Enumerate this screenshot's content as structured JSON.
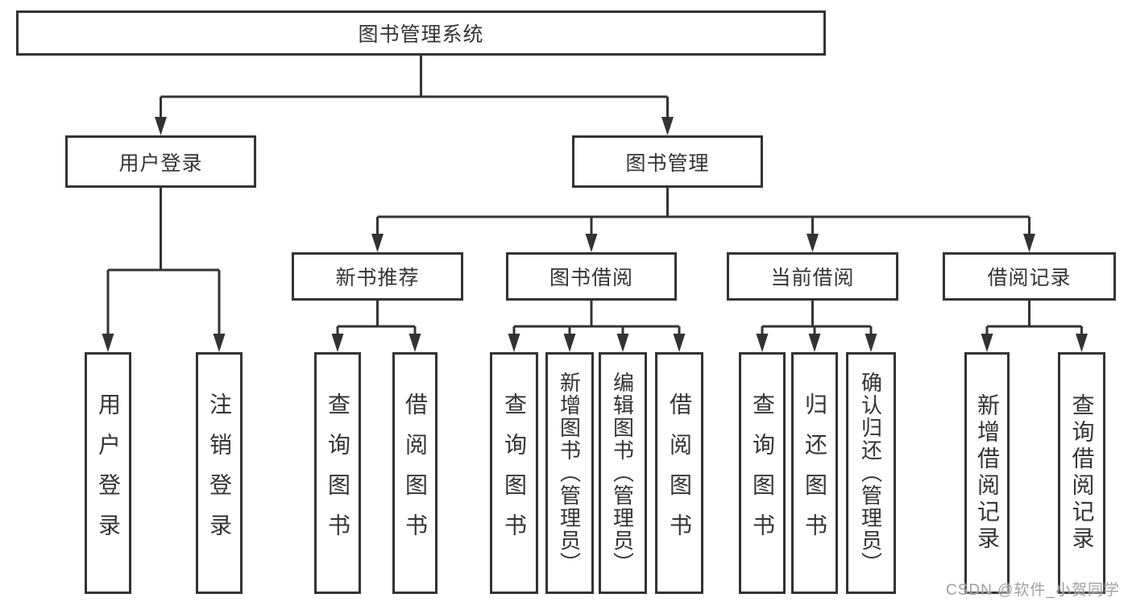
{
  "diagram": {
    "tree": {
      "root": {
        "label": "图书管理系统"
      },
      "branches": [
        {
          "label": "用户登录",
          "children": [
            {
              "label": "用户登录"
            },
            {
              "label": "注销登录"
            }
          ]
        },
        {
          "label": "图书管理",
          "children": [
            {
              "label": "新书推荐",
              "children": [
                {
                  "label": "查询图书"
                },
                {
                  "label": "借阅图书"
                }
              ]
            },
            {
              "label": "图书借阅",
              "children": [
                {
                  "label": "查询图书"
                },
                {
                  "label": "新增图书（管理员）"
                },
                {
                  "label": "编辑图书（管理员）"
                },
                {
                  "label": "借阅图书"
                }
              ]
            },
            {
              "label": "当前借阅",
              "children": [
                {
                  "label": "查询图书"
                },
                {
                  "label": "归还图书"
                },
                {
                  "label": "确认归还（管理员）"
                }
              ]
            },
            {
              "label": "借阅记录",
              "children": [
                {
                  "label": "新增借阅记录"
                },
                {
                  "label": "查询借阅记录"
                }
              ]
            }
          ]
        }
      ]
    },
    "watermark": "CSDN @软件_小贺同学",
    "colors": {
      "line": "#333333",
      "text": "#333333",
      "background": "#ffffff",
      "watermark": "#a0a0a0"
    }
  }
}
